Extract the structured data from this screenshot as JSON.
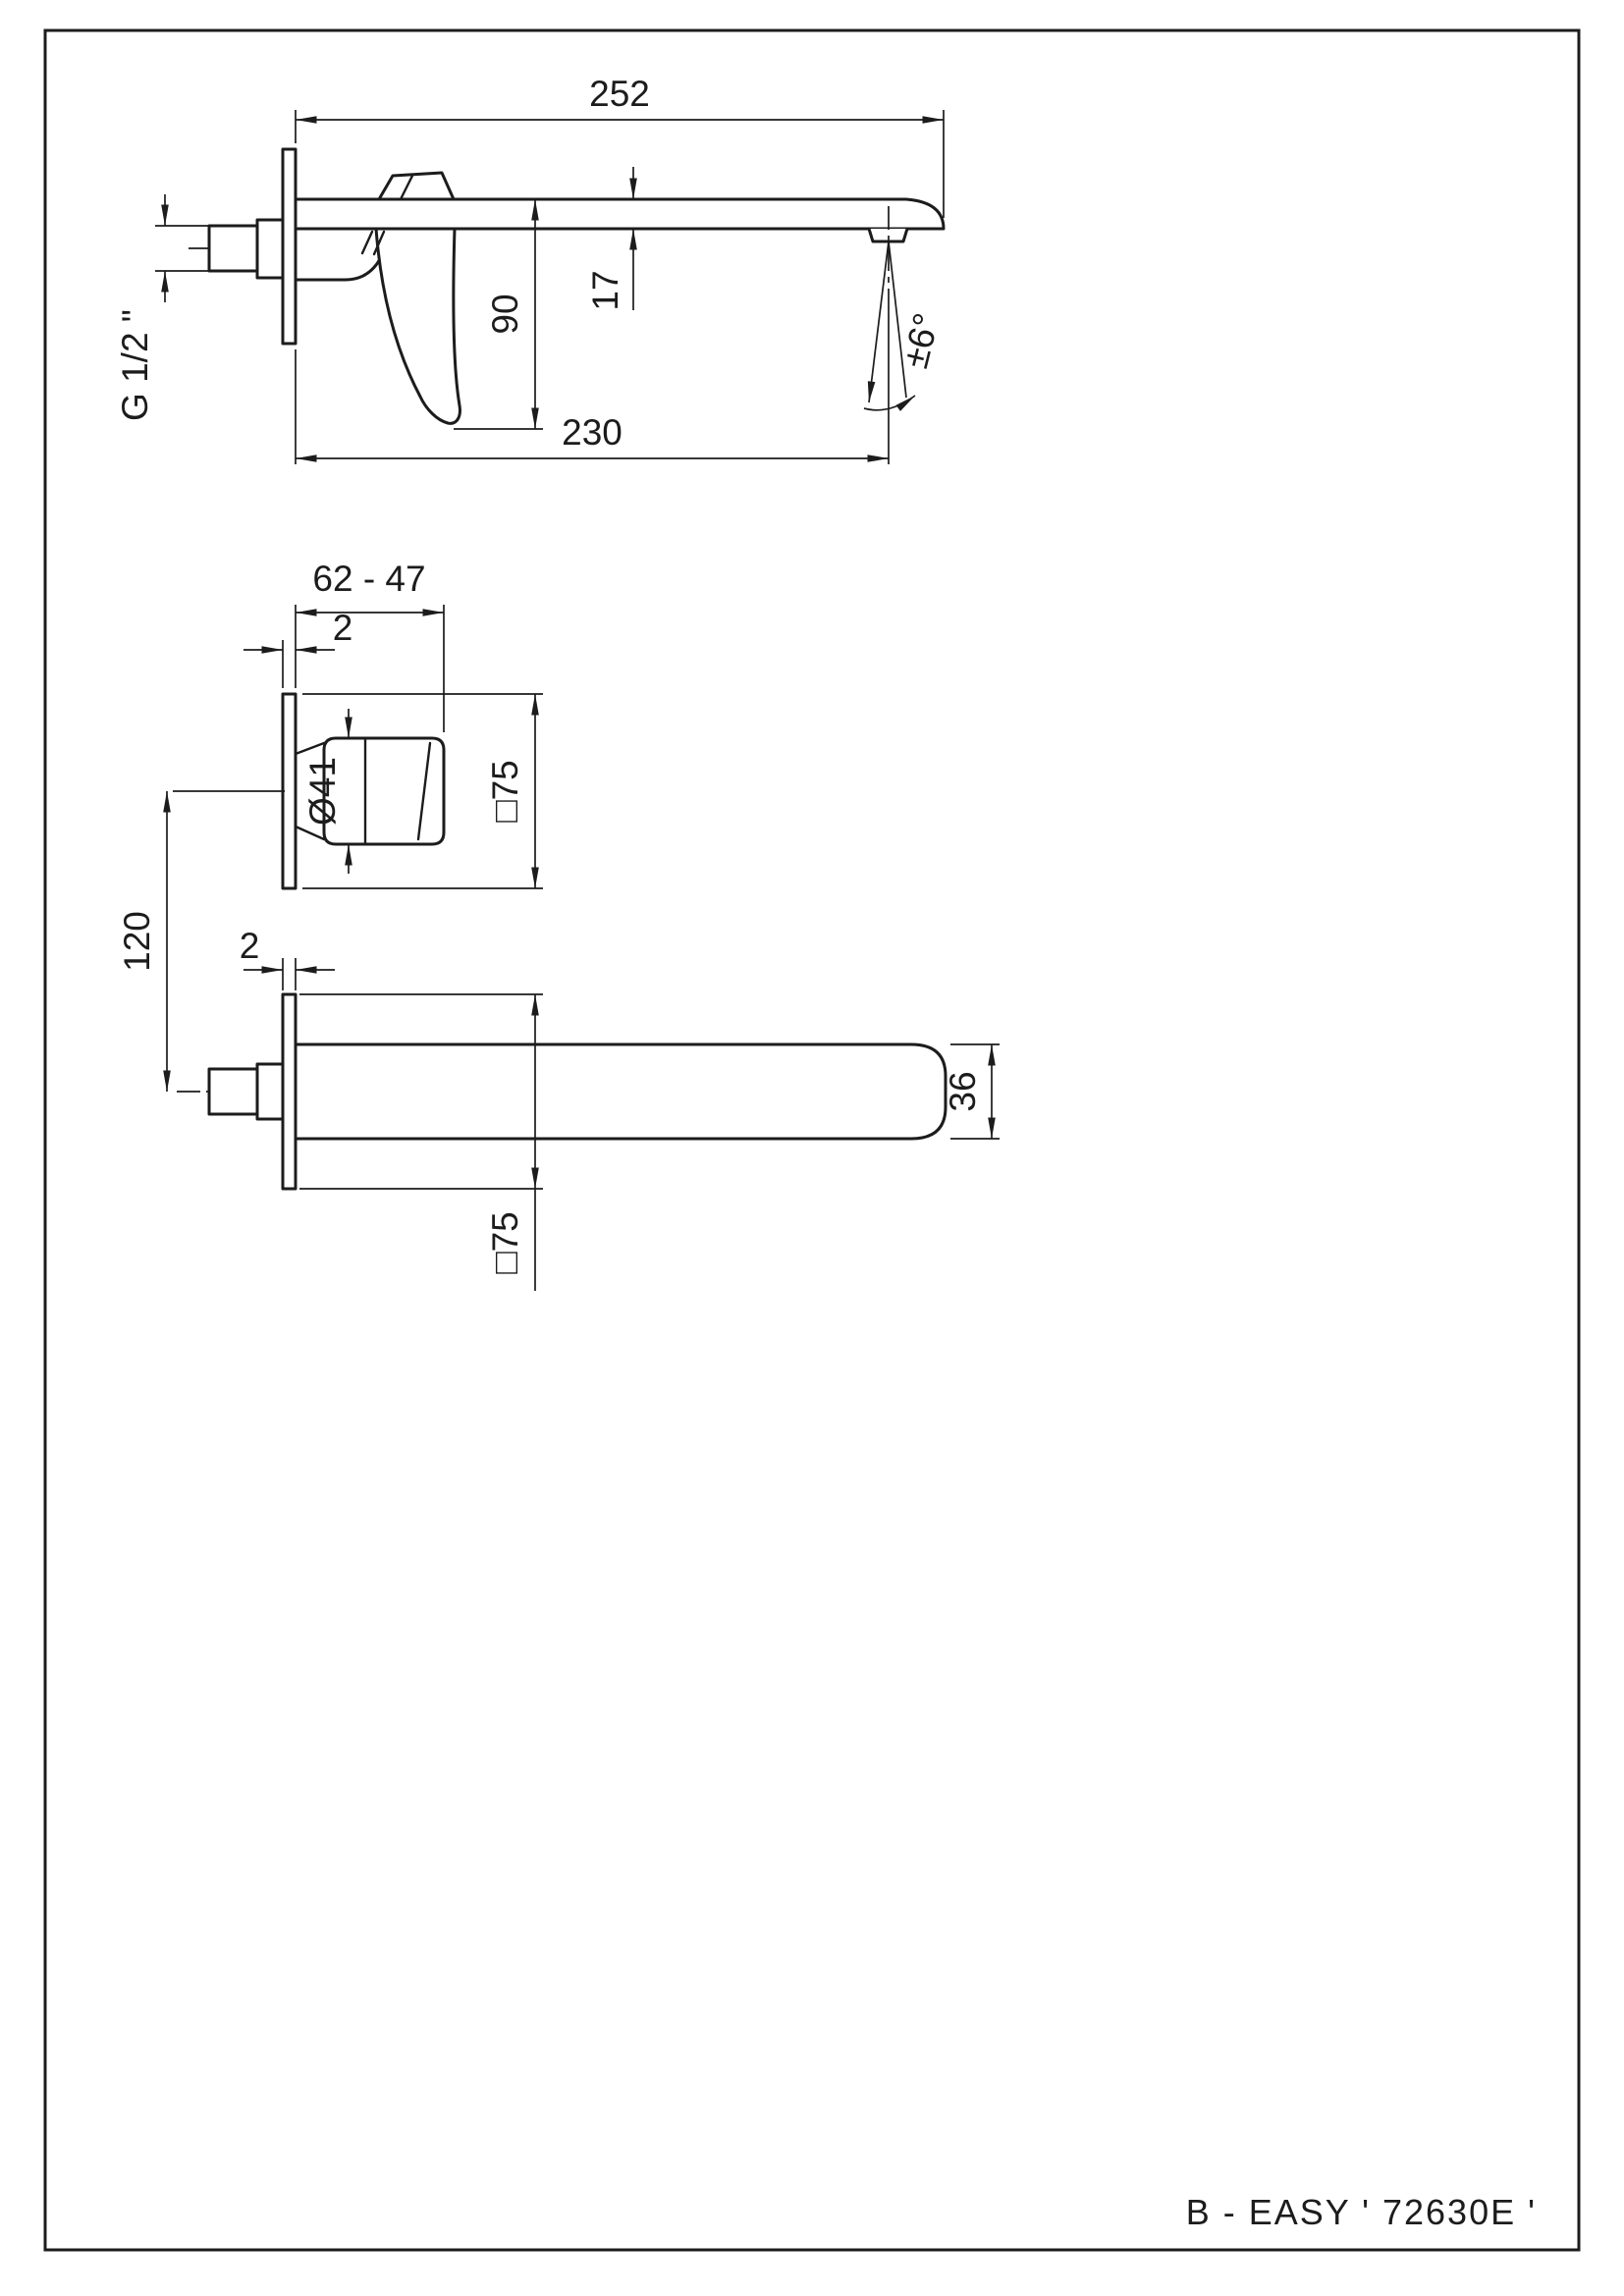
{
  "page": {
    "product_code": "B - EASY ' 72630E '"
  },
  "colors": {
    "ink": "#1c1c1c",
    "paper": "#ffffff"
  },
  "views": {
    "side_elevation": {
      "dims": {
        "overall_length": "252",
        "spout_reach": "230",
        "handle_drop": "90",
        "spout_thickness": "17",
        "inlet_thread": "G 1/2 \"",
        "spout_swivel": "±6°"
      }
    },
    "handle_trim": {
      "dims": {
        "projection_range": "62 - 47",
        "plate_thickness": "2",
        "handle_diameter": "Ø41",
        "plate_size": "□75"
      }
    },
    "spout_plan": {
      "dims": {
        "plate_thickness": "2",
        "spout_width": "36",
        "plate_size": "□75"
      }
    },
    "shared": {
      "axis_distance": "120"
    }
  }
}
